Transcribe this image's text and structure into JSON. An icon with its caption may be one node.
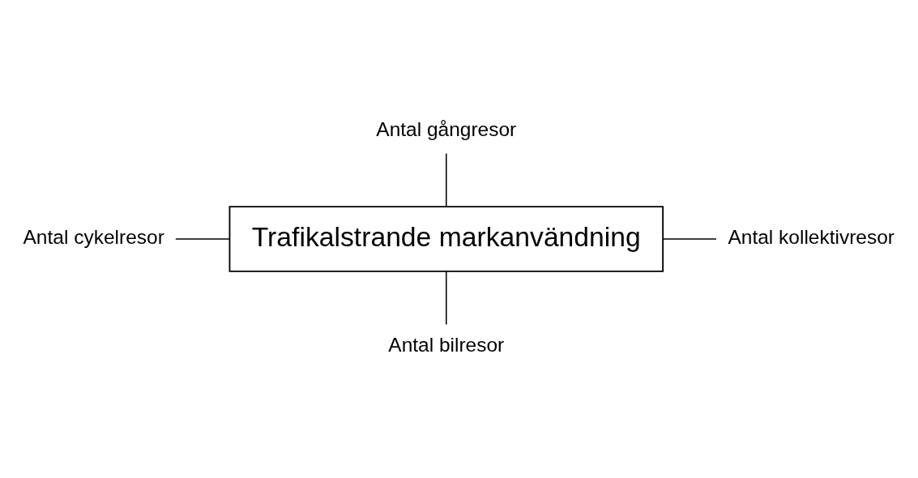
{
  "diagram": {
    "nodes": [
      {
        "text": [
          "Antal gångresor"
        ]
      },
      {
        "text": [
          "Antal cykelresor"
        ]
      },
      {
        "text": [
          "Trafikalstrande markanvändning"
        ]
      },
      {
        "text": [
          "Antal kollektivresor"
        ]
      },
      {
        "text": [
          "Antal bilresor"
        ]
      }
    ],
    "edges": [
      {
        "from": 0,
        "to": 2,
        "arrow": "none"
      },
      {
        "from": 1,
        "to": 2,
        "arrow": "none"
      },
      {
        "from": 2,
        "to": 3,
        "arrow": "none"
      },
      {
        "from": 2,
        "to": 4,
        "arrow": "none"
      }
    ]
  }
}
